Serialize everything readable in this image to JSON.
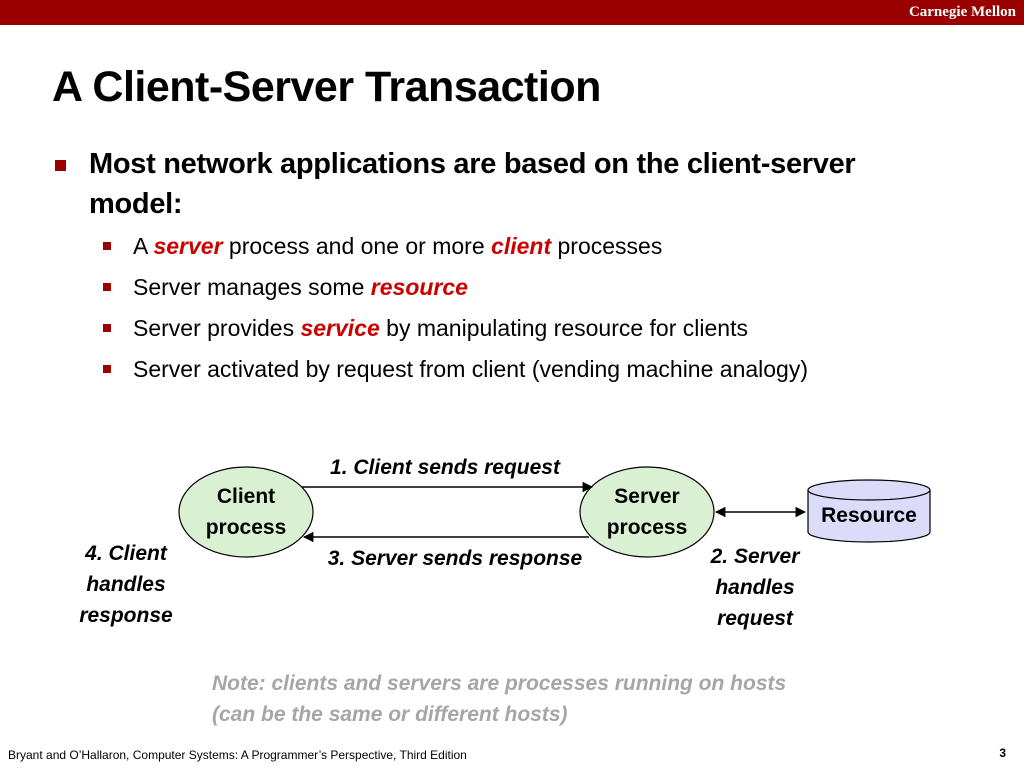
{
  "header": {
    "brand": "Carnegie Mellon"
  },
  "slide": {
    "title": "A Client-Server Transaction",
    "main_bullet": "Most network applications are based on the client-server model:",
    "sub_bullets": [
      {
        "parts": [
          {
            "t": "A "
          },
          {
            "t": "server",
            "em": true
          },
          {
            "t": " process and one or more "
          },
          {
            "t": "client",
            "em": true
          },
          {
            "t": " processes"
          }
        ]
      },
      {
        "parts": [
          {
            "t": "Server manages some "
          },
          {
            "t": "resource",
            "em": true
          }
        ]
      },
      {
        "parts": [
          {
            "t": "Server provides "
          },
          {
            "t": "service",
            "em": true
          },
          {
            "t": " by manipulating resource for clients"
          }
        ]
      },
      {
        "parts": [
          {
            "t": "Server activated by request from client (vending machine analogy)"
          }
        ]
      }
    ]
  },
  "diagram": {
    "client_l1": "Client",
    "client_l2": "process",
    "server_l1": "Server",
    "server_l2": "process",
    "resource": "Resource",
    "step1": "1. Client sends request",
    "step3": "3. Server sends response",
    "step2_l1": "2. Server",
    "step2_l2": "handles",
    "step2_l3": "request",
    "step4_l1": "4. Client",
    "step4_l2": "handles",
    "step4_l3": "response"
  },
  "note": {
    "line1": "Note: clients and servers are processes running on hosts",
    "line2": "(can be the same or different hosts)"
  },
  "footer": {
    "citation": "Bryant and O’Hallaron, Computer Systems: A Programmer’s Perspective, Third Edition",
    "page": "3"
  },
  "colors": {
    "accent": "#990000",
    "emphasis": "#cc0000",
    "node_fill": "#d9f0d3",
    "resource_fill": "#dcdcfa",
    "note": "#a6a6a6"
  }
}
